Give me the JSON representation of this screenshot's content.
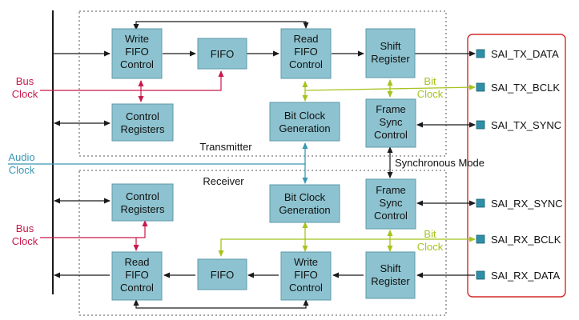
{
  "colors": {
    "block_fill": "#8dc3d0",
    "bus_clock": "#c8194a",
    "bit_clock": "#a5c31e",
    "audio_clock": "#3a97b3",
    "pin_border": "#d42a2a",
    "pin_square": "#2f8fa8"
  },
  "transmitter": {
    "title": "Transmitter",
    "blocks": {
      "write_fifo_control": [
        "Write",
        "FIFO",
        "Control"
      ],
      "fifo": [
        "FIFO"
      ],
      "read_fifo_control": [
        "Read",
        "FIFO",
        "Control"
      ],
      "shift_register": [
        "Shift",
        "Register"
      ],
      "control_registers": [
        "Control",
        "Registers"
      ],
      "bit_clock_generation": [
        "Bit Clock",
        "Generation"
      ],
      "frame_sync_control": [
        "Frame",
        "Sync",
        "Control"
      ]
    }
  },
  "receiver": {
    "title": "Receiver",
    "blocks": {
      "control_registers": [
        "Control",
        "Registers"
      ],
      "bit_clock_generation": [
        "Bit Clock",
        "Generation"
      ],
      "frame_sync_control": [
        "Frame",
        "Sync",
        "Control"
      ],
      "read_fifo_control": [
        "Read",
        "FIFO",
        "Control"
      ],
      "fifo": [
        "FIFO"
      ],
      "write_fifo_control": [
        "Write",
        "FIFO",
        "Control"
      ],
      "shift_register": [
        "Shift",
        "Register"
      ]
    }
  },
  "labels": {
    "bus_clock_top": [
      "Bus",
      "Clock"
    ],
    "bus_clock_bottom": [
      "Bus",
      "Clock"
    ],
    "audio_clock": [
      "Audio",
      "Clock"
    ],
    "bit_clock_top": [
      "Bit",
      "Clock"
    ],
    "bit_clock_bottom": [
      "Bit",
      "Clock"
    ],
    "synchronous_mode": "Synchronous Mode"
  },
  "pins": [
    "SAI_TX_DATA",
    "SAI_TX_BCLK",
    "SAI_TX_SYNC",
    "SAI_RX_SYNC",
    "SAI_RX_BCLK",
    "SAI_RX_DATA"
  ]
}
